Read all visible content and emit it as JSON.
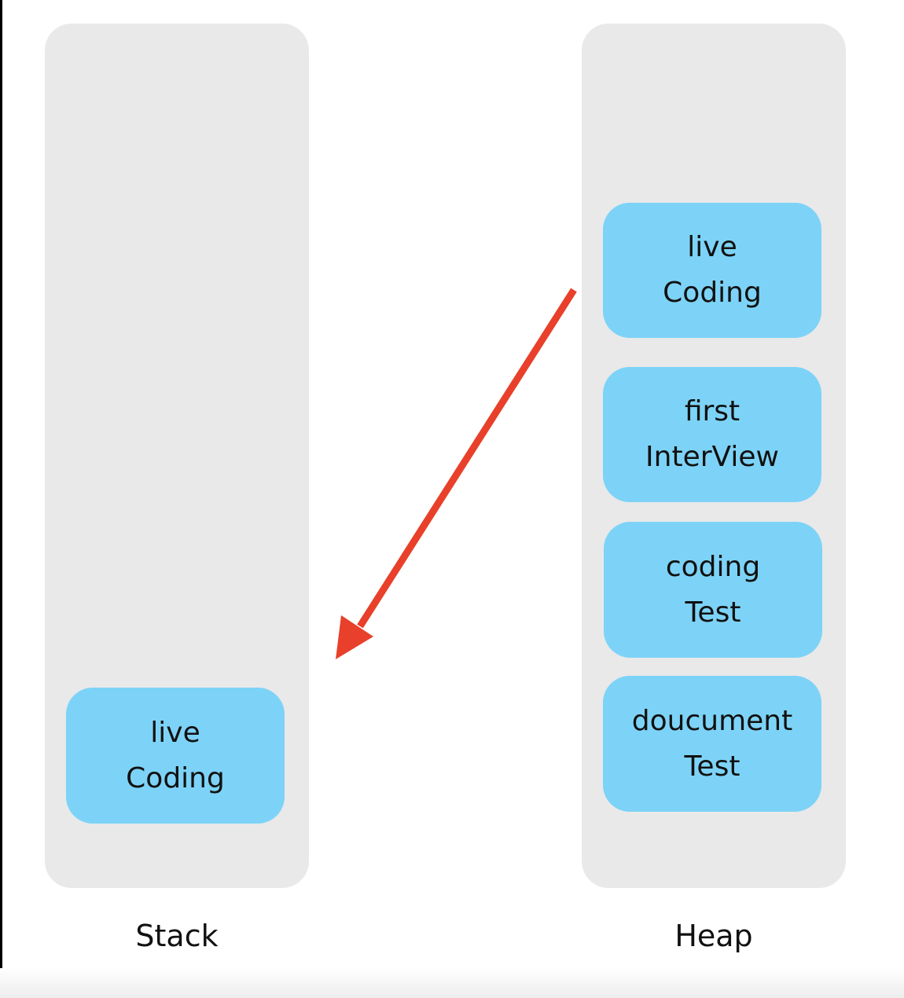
{
  "colors": {
    "column_bg": "#e9e9e9",
    "block_bg": "#7dd3f7",
    "arrow": "#e8402a"
  },
  "stack": {
    "label": "Stack",
    "items": [
      {
        "line1": "live",
        "line2": "Coding"
      }
    ]
  },
  "heap": {
    "label": "Heap",
    "items": [
      {
        "line1": "live",
        "line2": "Coding"
      },
      {
        "line1": "first",
        "line2": "InterView"
      },
      {
        "line1": "coding",
        "line2": "Test"
      },
      {
        "line1": "doucument",
        "line2": "Test"
      }
    ]
  },
  "arrow": {
    "from": "heap.items.0",
    "to": "stack"
  }
}
